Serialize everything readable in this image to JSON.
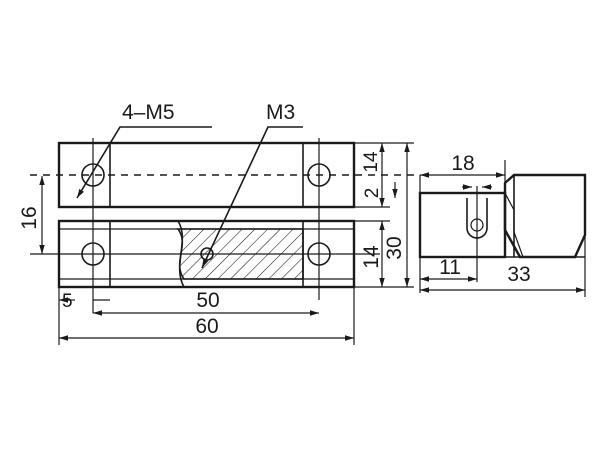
{
  "labels": {
    "thread_main": "4–M5",
    "thread_small": "M3",
    "dim_16": "16",
    "dim_14_top": "14",
    "dim_2": "2",
    "dim_14_bottom": "14",
    "dim_30": "30",
    "dim_5": "5",
    "dim_50": "50",
    "dim_60": "60",
    "dim_18": "18",
    "dim_11": "11",
    "dim_33": "33"
  }
}
